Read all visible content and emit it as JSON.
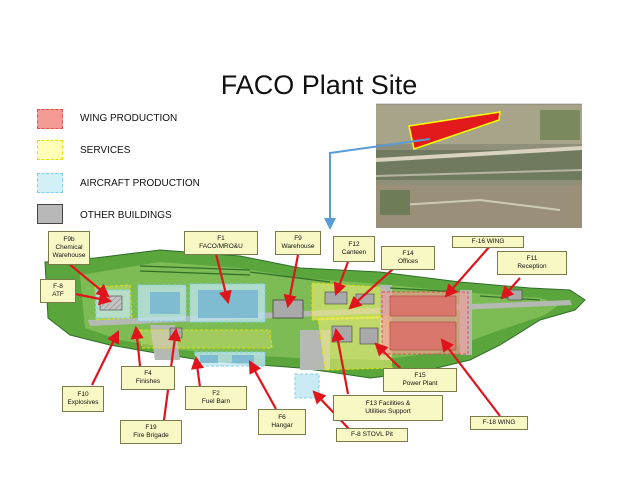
{
  "title": "FACO Plant Site",
  "legend": [
    {
      "label": "WING PRODUCTION",
      "fill": "#f29a93",
      "border": "#d9534f"
    },
    {
      "label": "SERVICES",
      "fill": "#ffffb8",
      "border": "#e0e000"
    },
    {
      "label": "AIRCRAFT PRODUCTION",
      "fill": "#d2f0f8",
      "border": "#7fd0e6"
    },
    {
      "label": "OTHER BUILDINGS",
      "fill": "#b8b8b8",
      "border": "#444444"
    }
  ],
  "callouts": [
    {
      "id": "f9b",
      "lines": [
        "F9b",
        "Chemical",
        "Warehouse"
      ]
    },
    {
      "id": "f1",
      "lines": [
        "F1",
        "FACO/MRO&U"
      ]
    },
    {
      "id": "f9",
      "lines": [
        "F9",
        "Warehouse"
      ]
    },
    {
      "id": "f12",
      "lines": [
        "F12",
        "Canteen"
      ]
    },
    {
      "id": "f14",
      "lines": [
        "F14",
        "Offices"
      ]
    },
    {
      "id": "f16",
      "lines": [
        "F-16 WING"
      ]
    },
    {
      "id": "f11",
      "lines": [
        "F11",
        "Reception"
      ]
    },
    {
      "id": "f8",
      "lines": [
        "F-8",
        "ATF"
      ]
    },
    {
      "id": "f4",
      "lines": [
        "F4",
        "Finishes"
      ]
    },
    {
      "id": "f10",
      "lines": [
        "F10",
        "Explosives"
      ]
    },
    {
      "id": "f2",
      "lines": [
        "F2",
        "Fuel Barn"
      ]
    },
    {
      "id": "f6",
      "lines": [
        "F6",
        "Hangar"
      ]
    },
    {
      "id": "f19",
      "lines": [
        "F19",
        "Fire Brigade"
      ]
    },
    {
      "id": "f15",
      "lines": [
        "F15",
        "Power Plant"
      ]
    },
    {
      "id": "f13",
      "lines": [
        "F13                    Facilities &",
        "Utilities Support"
      ]
    },
    {
      "id": "f18",
      "lines": [
        "F-18 WING"
      ]
    },
    {
      "id": "f8stovl",
      "lines": [
        "F-8 STOVL Pit"
      ]
    }
  ],
  "colors": {
    "arrow": "#e0141b",
    "connector": "#5b9bd5",
    "grass": "#4e9a3a",
    "grass_dark": "#2f6e2a",
    "pavement": "#b4b9b4"
  }
}
